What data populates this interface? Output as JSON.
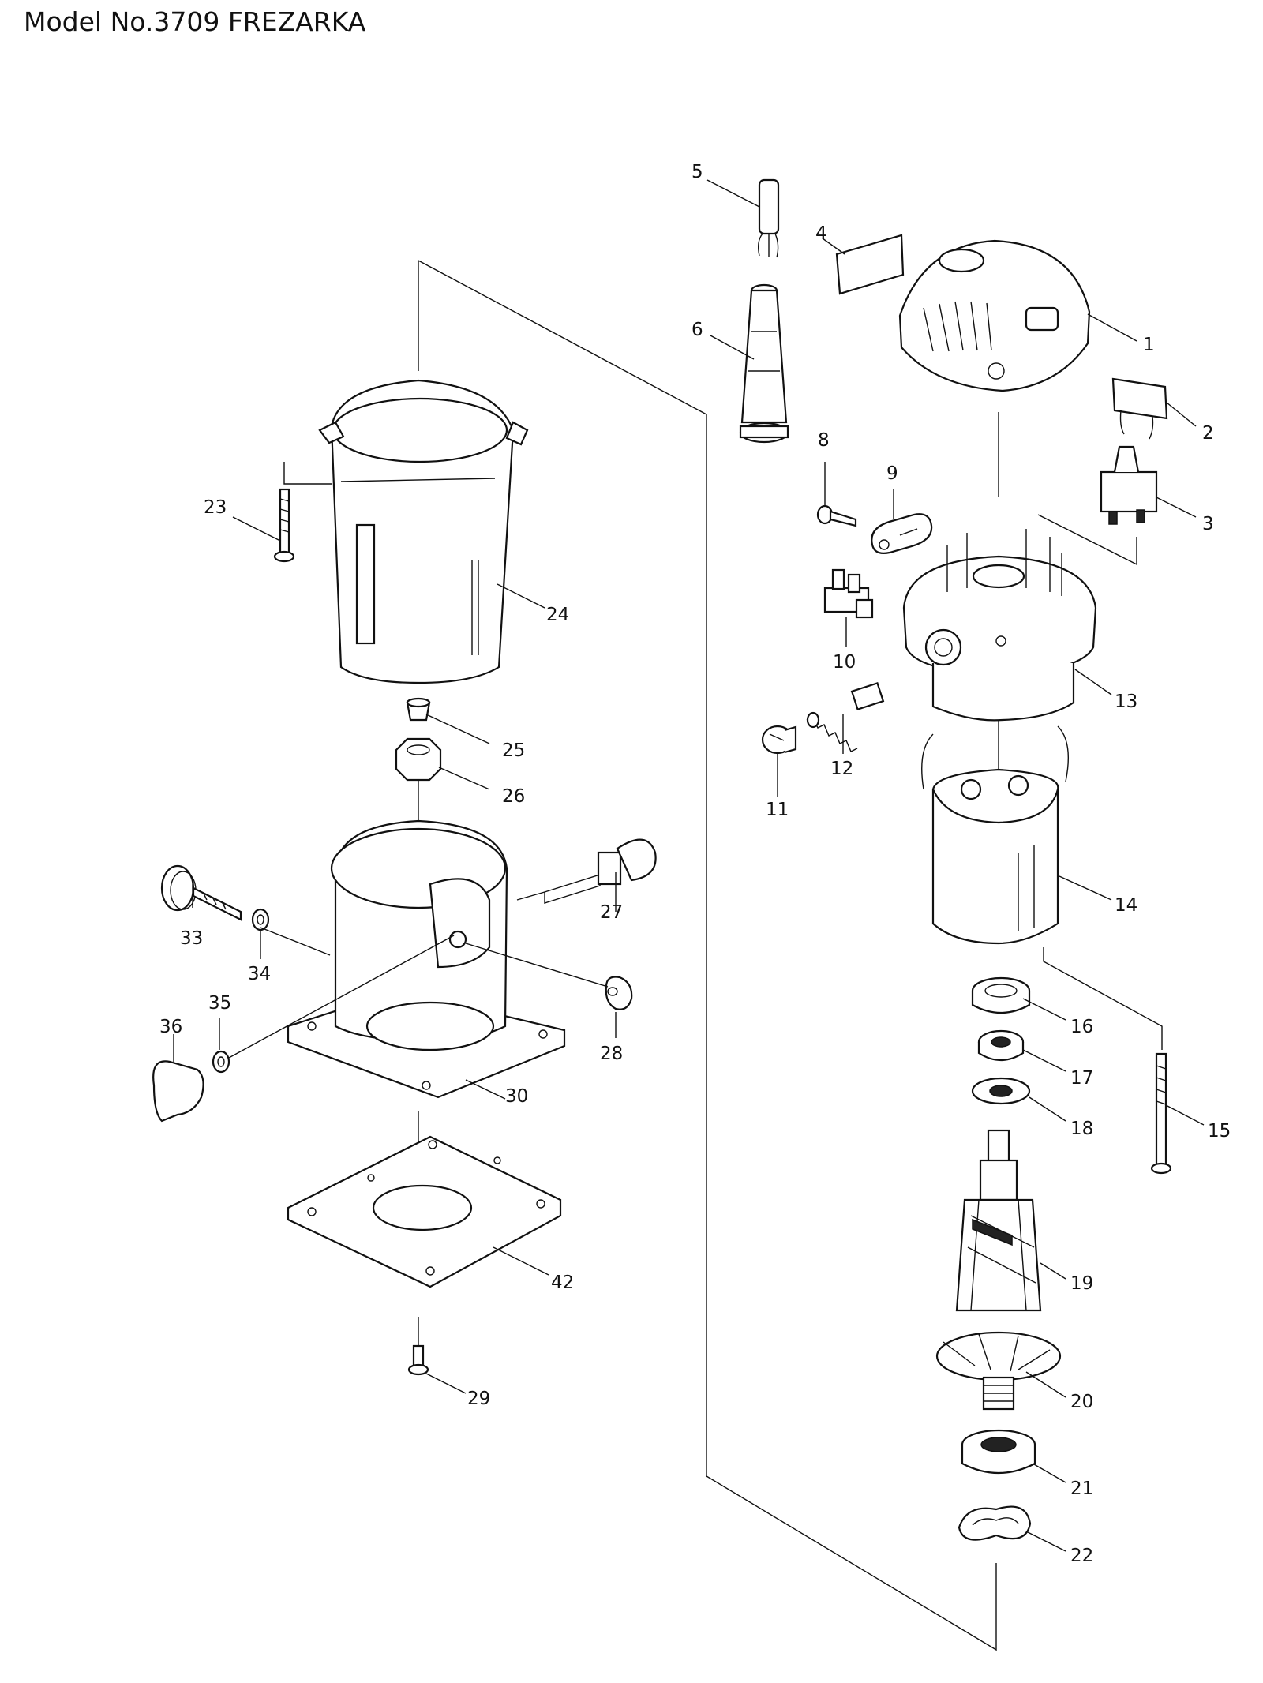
{
  "title": "Model No.3709 FREZARKA",
  "parts": [
    {
      "id": "p1",
      "label": "1"
    },
    {
      "id": "p2",
      "label": "2"
    },
    {
      "id": "p3",
      "label": "3"
    },
    {
      "id": "p4",
      "label": "4"
    },
    {
      "id": "p5",
      "label": "5"
    },
    {
      "id": "p6",
      "label": "6"
    },
    {
      "id": "p8",
      "label": "8"
    },
    {
      "id": "p9",
      "label": "9"
    },
    {
      "id": "p10",
      "label": "10"
    },
    {
      "id": "p11",
      "label": "11"
    },
    {
      "id": "p12",
      "label": "12"
    },
    {
      "id": "p13",
      "label": "13"
    },
    {
      "id": "p14",
      "label": "14"
    },
    {
      "id": "p15",
      "label": "15"
    },
    {
      "id": "p16",
      "label": "16"
    },
    {
      "id": "p17",
      "label": "17"
    },
    {
      "id": "p18",
      "label": "18"
    },
    {
      "id": "p19",
      "label": "19"
    },
    {
      "id": "p20",
      "label": "20"
    },
    {
      "id": "p21",
      "label": "21"
    },
    {
      "id": "p22",
      "label": "22"
    },
    {
      "id": "p23",
      "label": "23"
    },
    {
      "id": "p24",
      "label": "24"
    },
    {
      "id": "p25",
      "label": "25"
    },
    {
      "id": "p26",
      "label": "26"
    },
    {
      "id": "p27",
      "label": "27"
    },
    {
      "id": "p28",
      "label": "28"
    },
    {
      "id": "p29",
      "label": "29"
    },
    {
      "id": "p30",
      "label": "30"
    },
    {
      "id": "p33",
      "label": "33"
    },
    {
      "id": "p34",
      "label": "34"
    },
    {
      "id": "p35",
      "label": "35"
    },
    {
      "id": "p36",
      "label": "36"
    },
    {
      "id": "p42",
      "label": "42"
    }
  ]
}
